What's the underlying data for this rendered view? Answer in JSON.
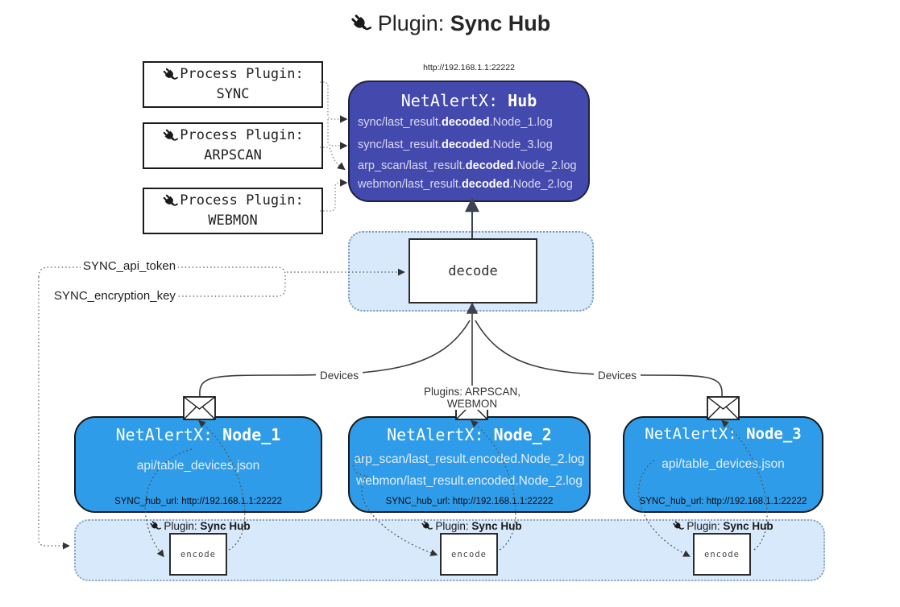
{
  "title": {
    "prefix": "Plugin: ",
    "bold": "Sync Hub"
  },
  "process_plugins": [
    {
      "label": "Process Plugin:",
      "name": "SYNC"
    },
    {
      "label": "Process Plugin:",
      "name": "ARPSCAN"
    },
    {
      "label": "Process Plugin:",
      "name": "WEBMON"
    }
  ],
  "hub": {
    "url": "http://192.168.1.1:22222",
    "title_prefix": "NetAlertX: ",
    "title_bold": "Hub",
    "logs": [
      {
        "pre": "sync/last_result.",
        "bold": "decoded",
        "post": ".Node_1.log"
      },
      {
        "pre": "sync/last_result.",
        "bold": "decoded",
        "post": ".Node_3.log"
      },
      {
        "pre": "arp_scan/last_result.",
        "bold": "decoded",
        "post": ".Node_2.log"
      },
      {
        "pre": "webmon/last_result.",
        "bold": "decoded",
        "post": ".Node_2.log"
      }
    ]
  },
  "decode": {
    "label": "decode"
  },
  "keys": {
    "api_token": "SYNC_api_token",
    "encryption_key": "SYNC_encryption_key"
  },
  "edges": {
    "devices_left": "Devices",
    "devices_right": "Devices",
    "plugins_mid": "Plugins: ARPSCAN, WEBMON"
  },
  "nodes": [
    {
      "title_prefix": "NetAlertX: ",
      "title_bold": "Node_1",
      "files": [
        "api/table_devices.json"
      ],
      "hub_url": "SYNC_hub_url: http://192.168.1.1:22222"
    },
    {
      "title_prefix": "NetAlertX: ",
      "title_bold": "Node_2",
      "files": [
        "arp_scan/last_result.encoded.Node_2.log",
        "webmon/last_result.encoded.Node_2.log"
      ],
      "hub_url": "SYNC_hub_url: http://192.168.1.1:22222"
    },
    {
      "title_prefix": "NetAlertX: ",
      "title_bold": "Node_3",
      "files": [
        "api/table_devices.json"
      ],
      "hub_url": "SYNC_hub_url: http://192.168.1.1:22222"
    }
  ],
  "band": {
    "plugin_prefix": "Plugin: ",
    "plugin_bold": "Sync Hub",
    "encode_label": "encode"
  },
  "colors": {
    "hub_fill": "#4449ae",
    "node_fill": "#2e9ce9",
    "panel_fill": "#d8e9fb",
    "panel_border": "#7e99bd",
    "line": "#3c3c3c",
    "dotted_line": "#666666"
  }
}
